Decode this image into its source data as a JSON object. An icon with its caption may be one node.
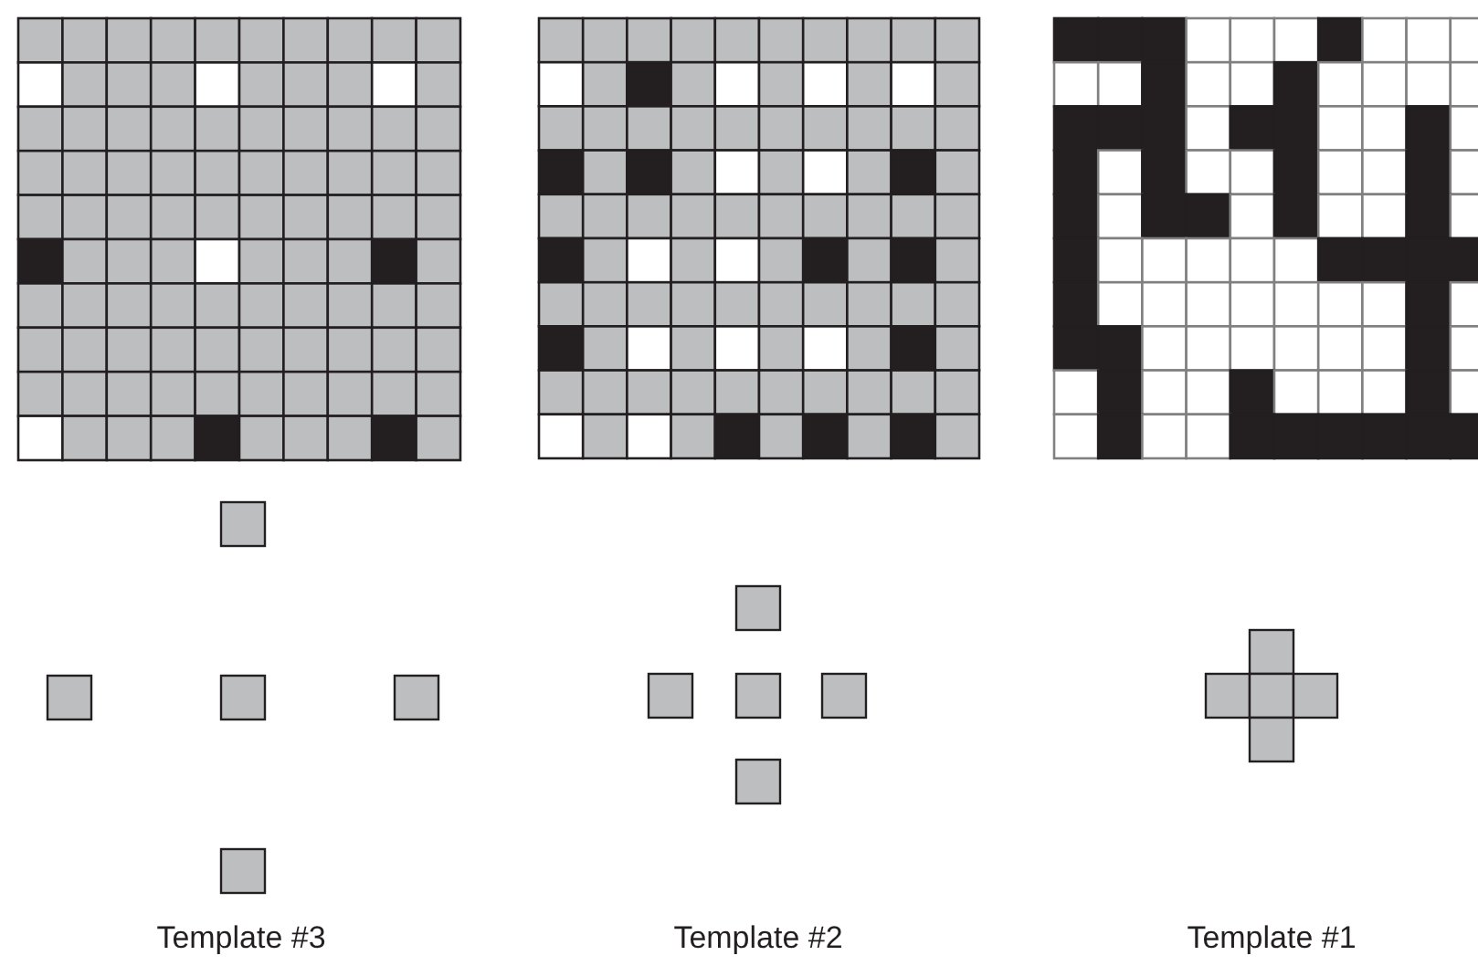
{
  "diagram": {
    "labels": [
      "Template #3",
      "Template #2",
      "Template #1"
    ]
  }
}
